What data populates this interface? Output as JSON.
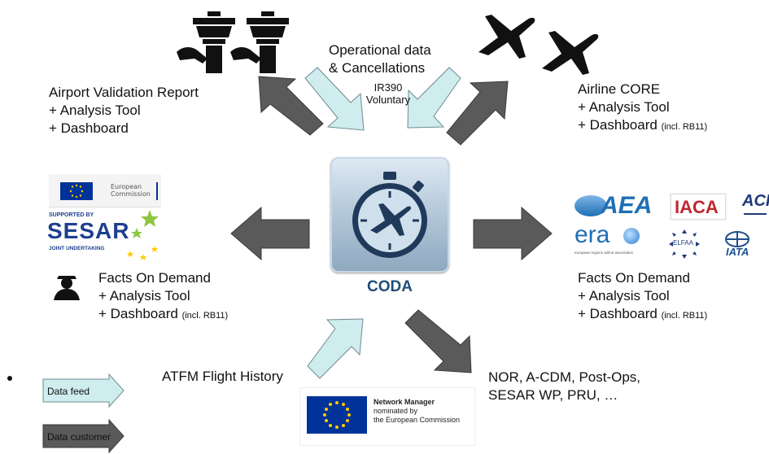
{
  "center": {
    "label": "CODA"
  },
  "top_center": {
    "title_line1": "Operational data",
    "title_line2": "& Cancellations",
    "sub_line1": "IR390",
    "sub_line2": "Voluntary"
  },
  "airport": {
    "line1": "Airport Validation Report",
    "line2": "+ Analysis Tool",
    "line3": "+ Dashboard"
  },
  "airline": {
    "line1": "Airline CORE",
    "line2": "+ Analysis Tool",
    "line3": "+ Dashboard",
    "line3_note": "(incl. RB11)"
  },
  "left_facts": {
    "line1": "Facts On Demand",
    "line2": "+ Analysis Tool",
    "line3": "+ Dashboard",
    "line3_note": "(incl. RB11)",
    "ec_logo_line1": "European",
    "ec_logo_line2": "Commission",
    "sesar_supported": "SUPPORTED BY",
    "sesar_name": "SESAR",
    "sesar_sub": "JOINT UNDERTAKING"
  },
  "right_facts": {
    "line1": "Facts On Demand",
    "line2": "+ Analysis Tool",
    "line3": "+ Dashboard",
    "line3_note": "(incl. RB11)",
    "logos": {
      "aea": "AEA",
      "iaca": "IACA",
      "aci": "ACI",
      "era": "era",
      "era_sub": "european regions airline association",
      "elfaa": "ELFAA",
      "iata": "IATA"
    }
  },
  "bottom_left": {
    "label": "ATFM Flight History",
    "nm_line1": "Network Manager",
    "nm_line2": "nominated by",
    "nm_line3": "the European Commission"
  },
  "bottom_right": {
    "line1": "NOR, A-CDM, Post-Ops,",
    "line2": "SESAR WP, PRU, …"
  },
  "legend": {
    "feed": "Data feed",
    "customer": "Data customer"
  },
  "colors": {
    "feed_arrow": "#cfecef",
    "customer_arrow": "#5a5a5a",
    "coda_text": "#1f4e79",
    "eu_blue": "#003399",
    "eu_star": "#ffcc00",
    "sesar_blue": "#1d3f8f",
    "sesar_green": "#8dc63f"
  }
}
